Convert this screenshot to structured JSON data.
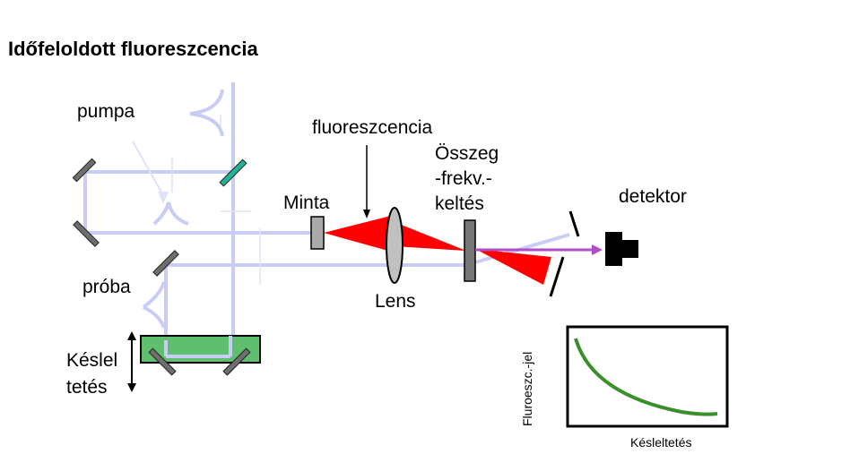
{
  "title": "Időfeloldott fluoreszcencia",
  "labels": {
    "pumpa": "pumpa",
    "proba": "próba",
    "keslel_line1": "Késlel",
    "keslel_line2": "tetés",
    "fluoreszcencia": "fluoreszcencia",
    "minta": "Minta",
    "lens": "Lens",
    "osszeg_line1": "Összeg",
    "osszeg_line2": "-frekv.-",
    "osszeg_line3": "keltés",
    "detektor": "detektor"
  },
  "inset_plot": {
    "ylabel": "Fluroeszc.-jel",
    "xlabel": "Késleltetés"
  },
  "colors": {
    "beam": "#c9cdf5",
    "fluorescence": "#ff0000",
    "sum_frequency": "#b04cc8",
    "delay_stage": "#5fbf6f",
    "curve": "#3b8f2a",
    "mirror": "#6e6e6e",
    "beamsplitter": "#1fb39a"
  }
}
